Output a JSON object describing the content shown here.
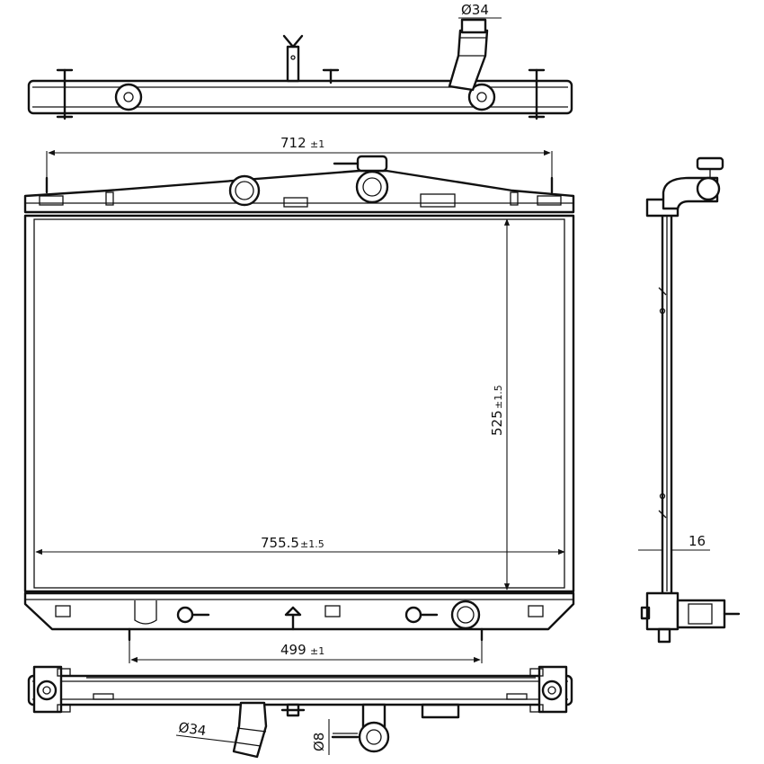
{
  "dimensions": {
    "width_top": {
      "value": "712",
      "tolerance": "±1"
    },
    "height": {
      "value": "525",
      "tolerance": "±1.5"
    },
    "width_core": {
      "value": "755.5",
      "tolerance": "±1.5"
    },
    "mount_spacing": {
      "value": "499",
      "tolerance": "±1"
    },
    "depth": {
      "value": "16"
    },
    "pipe_top_diameter": {
      "value": "Ø34"
    },
    "pipe_bottom_diameter": {
      "value": "Ø34"
    },
    "drain_diameter": {
      "value": "Ø8"
    }
  }
}
